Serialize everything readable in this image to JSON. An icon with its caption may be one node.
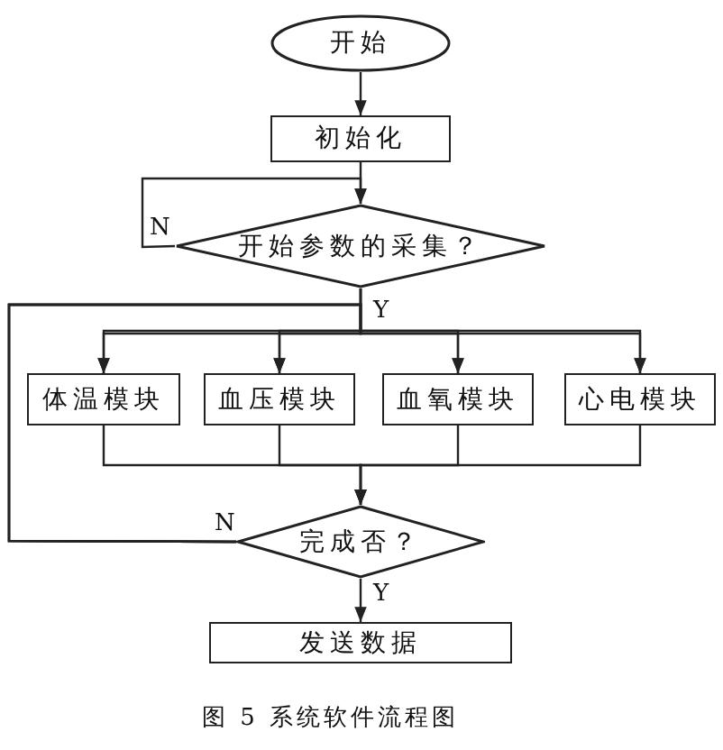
{
  "diagram": {
    "caption": "图 5 系统软件流程图",
    "nodes": [
      {
        "text": [
          "开始"
        ]
      },
      {
        "text": [
          "初始化"
        ]
      },
      {
        "text": [
          "开始参数的采集？"
        ]
      },
      {
        "text": [
          "体温模块"
        ]
      },
      {
        "text": [
          "血压模块"
        ]
      },
      {
        "text": [
          "血氧模块"
        ]
      },
      {
        "text": [
          "心电模块"
        ]
      },
      {
        "text": [
          "完成否？"
        ]
      },
      {
        "text": [
          "发送数据"
        ]
      }
    ],
    "edges": [
      {
        "from": 0,
        "to": 1,
        "arrow": "to"
      },
      {
        "from": 1,
        "to": 2,
        "arrow": "to"
      },
      {
        "from": 2,
        "to": 2,
        "arrow": "to",
        "label": "N"
      },
      {
        "from": 2,
        "to": 3,
        "arrow": "to",
        "label": "Y"
      },
      {
        "from": 2,
        "to": 4,
        "arrow": "to"
      },
      {
        "from": 2,
        "to": 5,
        "arrow": "to"
      },
      {
        "from": 2,
        "to": 6,
        "arrow": "to"
      },
      {
        "from": 3,
        "to": 7,
        "arrow": "to"
      },
      {
        "from": 4,
        "to": 7,
        "arrow": "to"
      },
      {
        "from": 5,
        "to": 7,
        "arrow": "to"
      },
      {
        "from": 6,
        "to": 7,
        "arrow": "to"
      },
      {
        "from": 7,
        "to": 3,
        "arrow": "to",
        "label": "N"
      },
      {
        "from": 7,
        "to": 4,
        "arrow": "to"
      },
      {
        "from": 7,
        "to": 5,
        "arrow": "to"
      },
      {
        "from": 7,
        "to": 6,
        "arrow": "to"
      },
      {
        "from": 7,
        "to": 8,
        "arrow": "to",
        "label": "Y"
      }
    ]
  }
}
